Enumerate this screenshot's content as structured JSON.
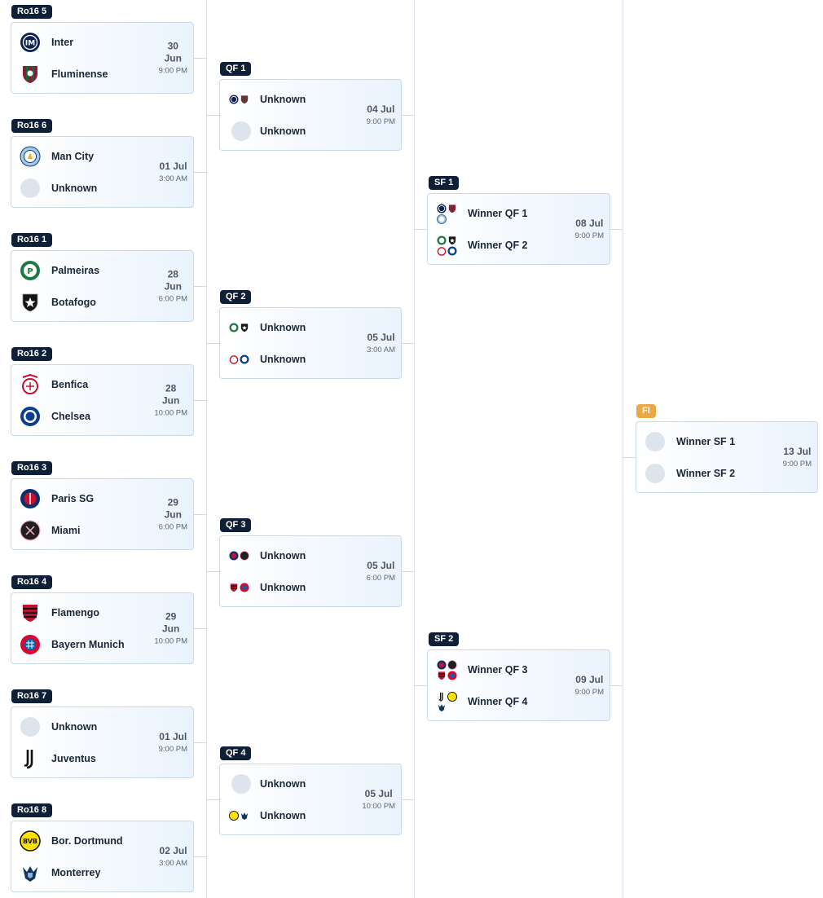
{
  "rounds": {
    "r16": [
      {
        "code": "Ro16 5",
        "date": "30",
        "month": "Jun",
        "time": "9:00 PM",
        "team1": {
          "name": "Inter",
          "icon": "inter-icon"
        },
        "team2": {
          "name": "Fluminense",
          "icon": "fluminense-icon"
        }
      },
      {
        "code": "Ro16 6",
        "date": "01 Jul",
        "time": "3:00 AM",
        "team1": {
          "name": "Man City",
          "icon": "man-city-icon"
        },
        "team2": {
          "name": "Unknown",
          "icon": "placeholder-icon"
        }
      },
      {
        "code": "Ro16 1",
        "date": "28",
        "month": "Jun",
        "time": "6:00 PM",
        "team1": {
          "name": "Palmeiras",
          "icon": "palmeiras-icon"
        },
        "team2": {
          "name": "Botafogo",
          "icon": "botafogo-icon"
        }
      },
      {
        "code": "Ro16 2",
        "date": "28",
        "month": "Jun",
        "time": "10:00 PM",
        "team1": {
          "name": "Benfica",
          "icon": "benfica-icon"
        },
        "team2": {
          "name": "Chelsea",
          "icon": "chelsea-icon"
        }
      },
      {
        "code": "Ro16 3",
        "date": "29",
        "month": "Jun",
        "time": "6:00 PM",
        "team1": {
          "name": "Paris SG",
          "icon": "psg-icon"
        },
        "team2": {
          "name": "Miami",
          "icon": "inter-miami-icon"
        }
      },
      {
        "code": "Ro16 4",
        "date": "29",
        "month": "Jun",
        "time": "10:00 PM",
        "team1": {
          "name": "Flamengo",
          "icon": "flamengo-icon"
        },
        "team2": {
          "name": "Bayern Munich",
          "icon": "bayern-icon"
        }
      },
      {
        "code": "Ro16 7",
        "date": "01 Jul",
        "time": "9:00 PM",
        "team1": {
          "name": "Unknown",
          "icon": "placeholder-icon"
        },
        "team2": {
          "name": "Juventus",
          "icon": "juventus-icon"
        }
      },
      {
        "code": "Ro16 8",
        "date": "02 Jul",
        "time": "3:00 AM",
        "team1": {
          "name": "Bor. Dortmund",
          "icon": "dortmund-icon"
        },
        "team2": {
          "name": "Monterrey",
          "icon": "monterrey-icon"
        }
      }
    ],
    "qf": [
      {
        "code": "QF 1",
        "date": "04 Jul",
        "time": "9:00 PM",
        "team1": {
          "name": "Unknown",
          "icon": "inter-fluminense-icons"
        },
        "team2": {
          "name": "Unknown",
          "icon": "placeholder-icon"
        }
      },
      {
        "code": "QF 2",
        "date": "05 Jul",
        "time": "3:00 AM",
        "team1": {
          "name": "Unknown",
          "icon": "palmeiras-botafogo-icons"
        },
        "team2": {
          "name": "Unknown",
          "icon": "benfica-chelsea-icons"
        }
      },
      {
        "code": "QF 3",
        "date": "05 Jul",
        "time": "6:00 PM",
        "team1": {
          "name": "Unknown",
          "icon": "psg-miami-icons"
        },
        "team2": {
          "name": "Unknown",
          "icon": "flamengo-bayern-icons"
        }
      },
      {
        "code": "QF 4",
        "date": "05 Jul",
        "time": "10:00 PM",
        "team1": {
          "name": "Unknown",
          "icon": "placeholder-icon"
        },
        "team2": {
          "name": "Unknown",
          "icon": "dortmund-monterrey-icons"
        }
      }
    ],
    "sf": [
      {
        "code": "SF 1",
        "date": "08 Jul",
        "time": "9:00 PM",
        "team1": {
          "name": "Winner QF 1",
          "icon": "qf1-teams-icons"
        },
        "team2": {
          "name": "Winner QF 2",
          "icon": "qf2-teams-icons"
        }
      },
      {
        "code": "SF 2",
        "date": "09 Jul",
        "time": "9:00 PM",
        "team1": {
          "name": "Winner QF 3",
          "icon": "qf3-teams-icons"
        },
        "team2": {
          "name": "Winner QF 4",
          "icon": "qf4-teams-icons"
        }
      }
    ],
    "final": {
      "code": "FI",
      "date": "13 Jul",
      "time": "9:00 PM",
      "team1": {
        "name": "Winner SF 1",
        "icon": "placeholder-icon"
      },
      "team2": {
        "name": "Winner SF 2",
        "icon": "placeholder-icon"
      }
    }
  },
  "colors": {
    "badge": "#0f1f38",
    "final_badge": "#eda744",
    "card_border": "#c9daea",
    "connector": "#c9daea",
    "placeholder": "#dde4ee"
  }
}
